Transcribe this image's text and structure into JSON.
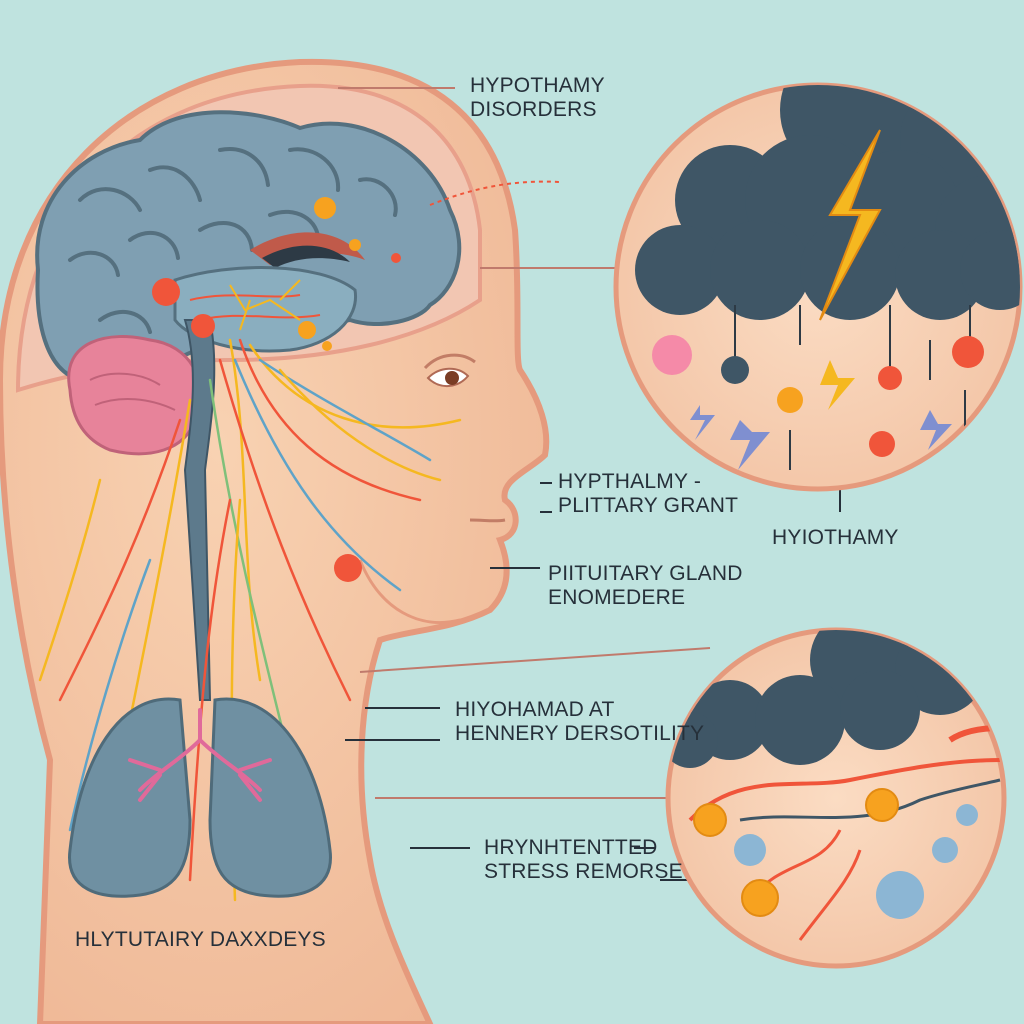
{
  "labels": {
    "hypothalamus_disorders": {
      "line1": "HYPOTHAMY",
      "line2": "DISORDERS"
    },
    "hypothalamus_pituitary": {
      "line1": "HYPTHALMY -",
      "line2": "PLITTARY GRANT"
    },
    "hypothalamus_circle": "HYIOTHAMY",
    "pituitary_gland": {
      "line1": "PIITUITARY GLAND",
      "line2": "ENOMEDERE"
    },
    "hypothalamic_density": {
      "line1": "HIYOHAMAD AT",
      "line2": "HENNERY DERSOTILITY"
    },
    "stress_response": {
      "line1": "HRYNHTENTTED",
      "line2": "STRESS REMORSE"
    },
    "pituitary_disorders": "HLYTUTAIRY DAXXDEYS"
  },
  "colors": {
    "background": "#bfe3df",
    "skin": "#f3c7a4",
    "skin_outline": "#e59a7d",
    "brain": "#7f9fb2",
    "storm_cloud": "#3f5666",
    "lightning": "#f5b820",
    "hormone_red": "#f0553a",
    "hormone_orange": "#f7a21f",
    "leader_line": "#c07a6c"
  },
  "icons": [
    "brain-icon",
    "storm-cloud-icon",
    "lightning-icon",
    "lungs-icon",
    "hormone-dot-icon"
  ]
}
